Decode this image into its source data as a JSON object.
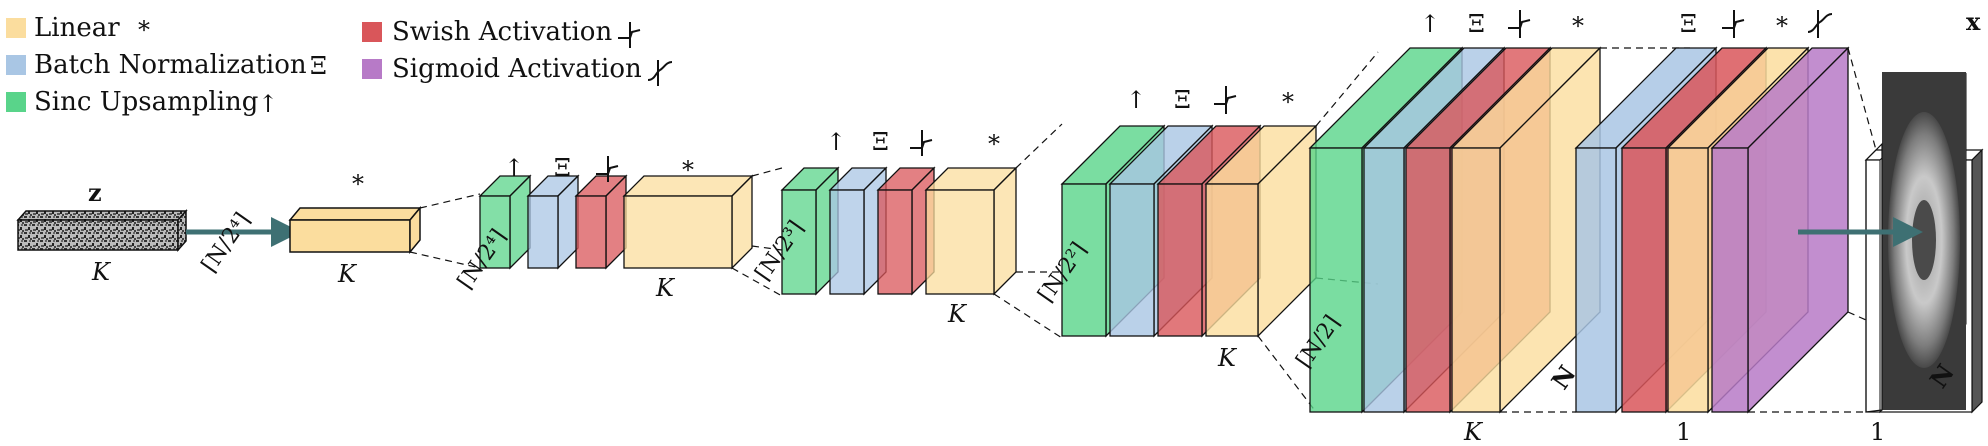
{
  "colors": {
    "linear": "#fbdd9e",
    "batch_norm": "#a9c6e4",
    "sinc_upsampling": "#59d48a",
    "swish": "#d9565a",
    "sigmoid": "#b77ac7",
    "arrow": "#3e7073"
  },
  "legend": [
    {
      "label": "Linear",
      "symbol": "*",
      "color_key": "linear"
    },
    {
      "label": "Batch Normalization",
      "symbol": "Ξ",
      "color_key": "batch_norm"
    },
    {
      "label": "Sinc Upsampling",
      "symbol": "↑",
      "color_key": "sinc_upsampling"
    },
    {
      "label": "Swish Activation",
      "symbol": "swish-icon",
      "color_key": "swish"
    },
    {
      "label": "Sigmoid Activation",
      "symbol": "sigmoid-icon",
      "color_key": "sigmoid"
    }
  ],
  "input": {
    "name": "z",
    "dim": "K"
  },
  "output": {
    "name": "x",
    "dim_bottom": "1",
    "dim_side": "N"
  },
  "stage1": {
    "symbol": "*",
    "dim": "K",
    "edge_label": "⌈N/2⁴⌉"
  },
  "stages": [
    {
      "symbols": [
        "↑",
        "Ξ",
        "swish",
        "*"
      ],
      "dim": "K",
      "edge_label": "⌈N/2⁴⌉"
    },
    {
      "symbols": [
        "↑",
        "Ξ",
        "swish",
        "*"
      ],
      "dim": "K",
      "edge_label": "⌈N/2³⌉"
    },
    {
      "symbols": [
        "↑",
        "Ξ",
        "swish",
        "*"
      ],
      "dim": "K",
      "edge_label": "⌈N/2²⌉"
    },
    {
      "symbols": [
        "↑",
        "Ξ",
        "swish",
        "*"
      ],
      "dim": "K",
      "edge_label": "⌈N/2⌉"
    }
  ],
  "final_block": {
    "symbols": [
      "Ξ",
      "swish",
      "*",
      "sigmoid"
    ],
    "dim": "1",
    "side": "N"
  },
  "last_stage_side": "N"
}
